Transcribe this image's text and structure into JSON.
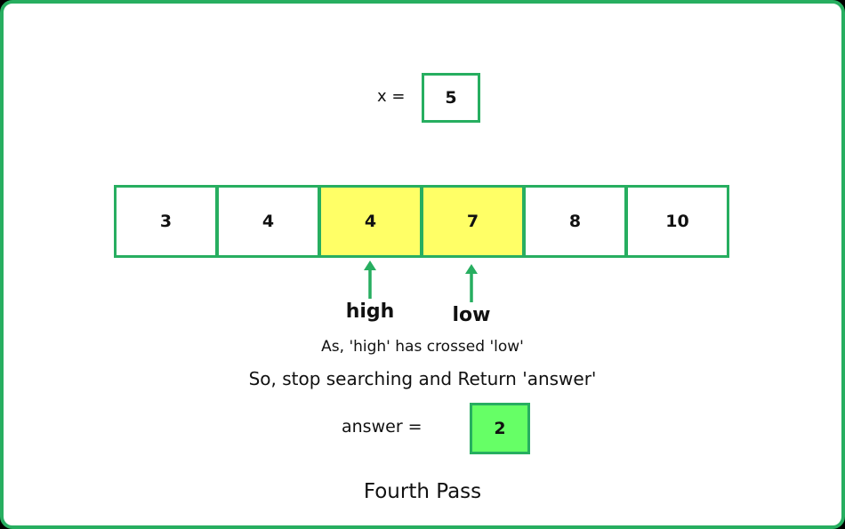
{
  "x": {
    "label": "x =",
    "value": "5"
  },
  "array": {
    "cells": [
      {
        "value": "3",
        "highlighted": false
      },
      {
        "value": "4",
        "highlighted": false
      },
      {
        "value": "4",
        "highlighted": true
      },
      {
        "value": "7",
        "highlighted": true
      },
      {
        "value": "8",
        "highlighted": false
      },
      {
        "value": "10",
        "highlighted": false
      }
    ]
  },
  "pointers": {
    "high": {
      "label": "high",
      "index": 2
    },
    "low": {
      "label": "low",
      "index": 3
    }
  },
  "message": {
    "line1": "As, 'high' has crossed 'low'",
    "line2": "So, stop searching and Return 'answer'"
  },
  "answer": {
    "label": "answer =",
    "value": "2"
  },
  "caption": "Fourth Pass",
  "colors": {
    "border": "#27ae60",
    "highlight": "#ffff66",
    "answer_fill": "#66ff66",
    "arrow": "#27ae60"
  }
}
